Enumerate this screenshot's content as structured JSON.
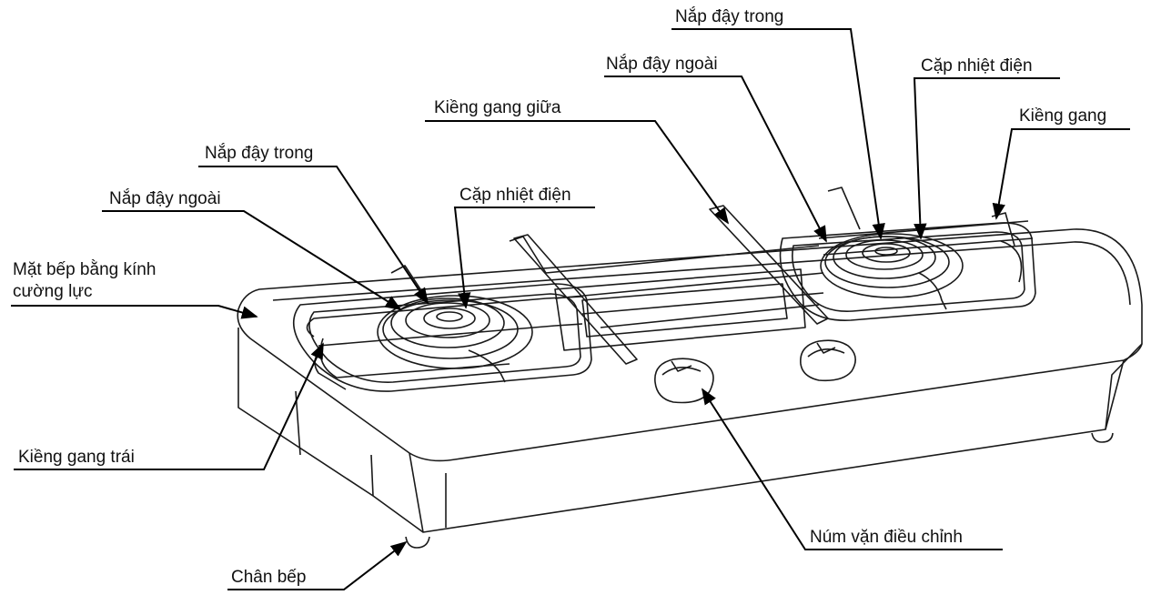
{
  "diagram": {
    "colors": {
      "stroke": "#1a1a1a",
      "leader": "#000000",
      "background": "#ffffff"
    },
    "labels": {
      "right_inner_cap": "Nắp đậy trong",
      "right_outer_cap": "Nắp đậy ngoài",
      "right_thermocouple": "Cặp nhiệt điện",
      "middle_grate": "Kiềng gang giữa",
      "right_grate": "Kiềng gang",
      "left_inner_cap": "Nắp đậy trong",
      "left_outer_cap": "Nắp đậy ngoài",
      "left_thermocouple": "Cặp nhiệt điện",
      "glass_top_line1": "Mặt bếp bằng kính",
      "glass_top_line2": "cường lực",
      "left_grate": "Kiềng gang trái",
      "knob": "Núm vặn điều chỉnh",
      "foot": "Chân bếp"
    }
  }
}
